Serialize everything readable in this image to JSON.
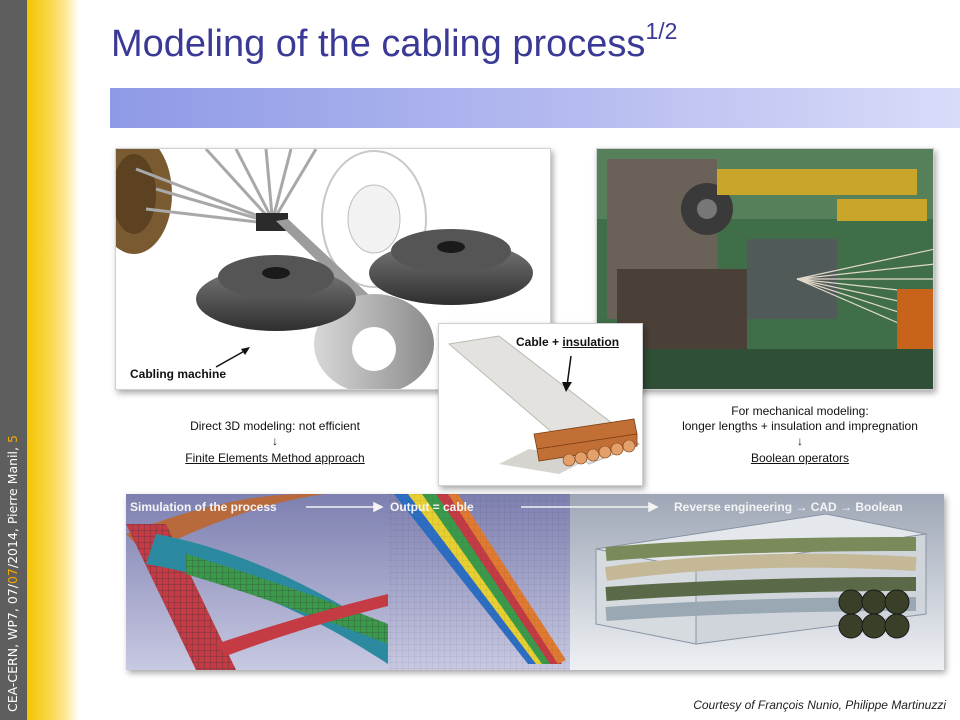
{
  "sidebar": {
    "footer_prefix": "CEA-CERN,  WP7,  07",
    "footer_highlight": "07",
    "footer_mid": "2014, Pierre Manil,  ",
    "page_number": "5"
  },
  "slide": {
    "title": "Modeling of the cabling process",
    "title_sup": "1/2"
  },
  "figure": {
    "cabling_machine_label": "Cabling machine",
    "cable_label_prefix": "Cable + ",
    "cable_label_underlined": "insulation",
    "left_caption_line1": "Direct 3D modeling:  not efficient",
    "left_caption_arrow": "↓",
    "left_caption_line3": "Finite Elements Method approach",
    "right_caption_line1": "For mechanical modeling:",
    "right_caption_line2": "longer lengths + insulation and impregnation",
    "right_caption_arrow": "↓",
    "right_caption_line4": "Boolean operators",
    "strip_label_1": "Simulation of the process",
    "strip_label_2": "Output = cable",
    "strip_label_3": "Reverse engineering → CAD → Boolean"
  },
  "footer": {
    "courtesy": "Courtesy of François Nunio, Philippe Martinuzzi"
  },
  "colors": {
    "title": "#3a3a96",
    "accent_yellow": "#f3c400",
    "sidebar_gray": "#5e5e5e",
    "title_bar": "#8f9ae6"
  }
}
